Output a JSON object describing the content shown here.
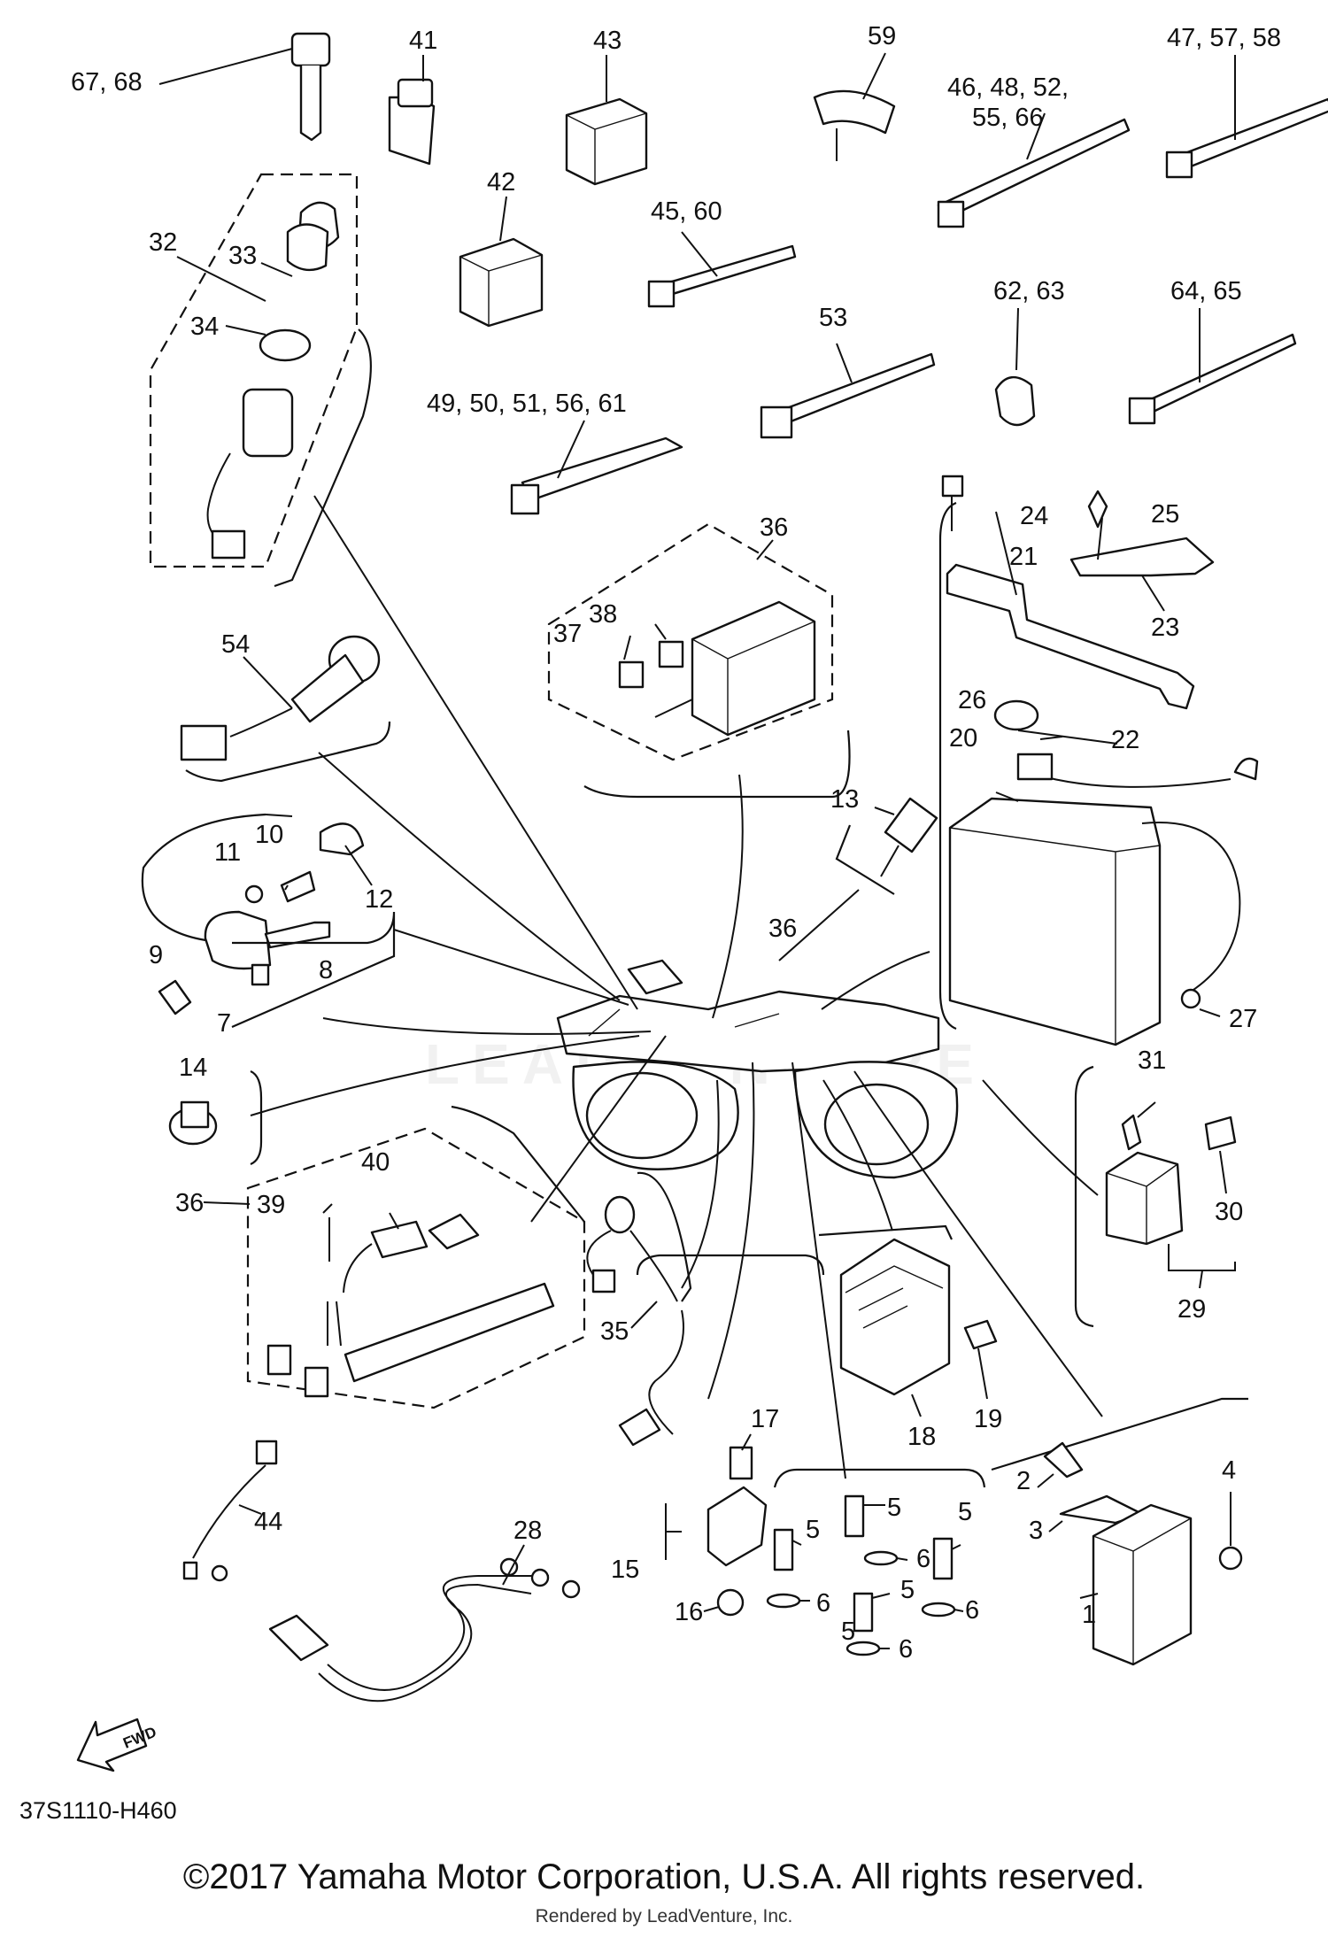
{
  "labels": {
    "l1": "1",
    "l2": "2",
    "l3": "3",
    "l4": "4",
    "l5a": "5",
    "l5b": "5",
    "l5c": "5",
    "l5d": "5",
    "l5e": "5",
    "l6a": "6",
    "l6b": "6",
    "l6c": "6",
    "l6d": "6",
    "l7": "7",
    "l8": "8",
    "l9": "9",
    "l10": "10",
    "l11": "11",
    "l12": "12",
    "l13": "13",
    "l14": "14",
    "l15": "15",
    "l16": "16",
    "l17": "17",
    "l18": "18",
    "l19": "19",
    "l20": "20",
    "l21": "21",
    "l22": "22",
    "l23": "23",
    "l24": "24",
    "l25": "25",
    "l26": "26",
    "l27": "27",
    "l28": "28",
    "l29": "29",
    "l30": "30",
    "l31": "31",
    "l32": "32",
    "l33": "33",
    "l34": "34",
    "l35": "35",
    "l36a": "36",
    "l36b": "36",
    "l36c": "36",
    "l37": "37",
    "l38": "38",
    "l39": "39",
    "l40": "40",
    "l41": "41",
    "l42": "42",
    "l43": "43",
    "l44": "44",
    "l45_60": "45, 60",
    "l46a": "46, 48, 52,",
    "l46b": "55, 66",
    "l47": "47, 57, 58",
    "l49": "49, 50, 51, 56, 61",
    "l53": "53",
    "l54": "54",
    "l59": "59",
    "l62": "62, 63",
    "l64": "64, 65",
    "l67": "67, 68"
  },
  "fwd_label": "FWD",
  "diagram_code": "37S1110-H460",
  "copyright": "©2017 Yamaha Motor Corporation, U.S.A. All rights reserved.",
  "rendered_by": "Rendered by LeadVenture, Inc.",
  "watermark": "LEADVENTURE"
}
